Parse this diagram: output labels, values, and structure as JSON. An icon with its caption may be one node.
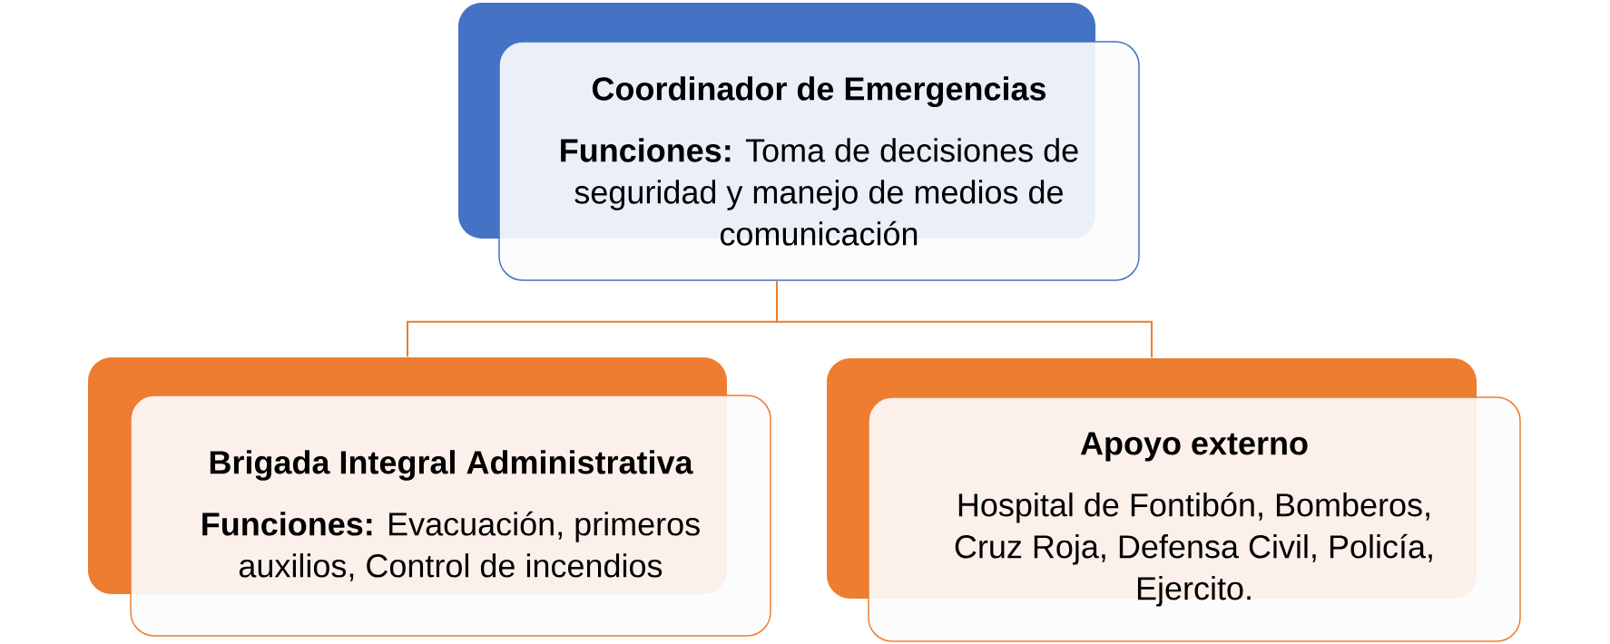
{
  "diagram": {
    "nodes": [
      {
        "text": [
          "Coordinador de Emergencias",
          "**Funciones:** Toma de decisiones de seguridad y manejo de medios de comunicación"
        ]
      },
      {
        "text": [
          "Brigada Integral Administrativa",
          "**Funciones:** Evacuación, primeros auxilios, Control de incendios"
        ]
      },
      {
        "text": [
          "Apoyo externo",
          "Hospital de Fontibón, Bomberos, Cruz Roja, Defensa Civil, Policía, Ejercito."
        ]
      }
    ],
    "edges": [
      {
        "from": 0,
        "to": 1,
        "arrow": "none"
      },
      {
        "from": 0,
        "to": 2,
        "arrow": "none"
      }
    ]
  }
}
